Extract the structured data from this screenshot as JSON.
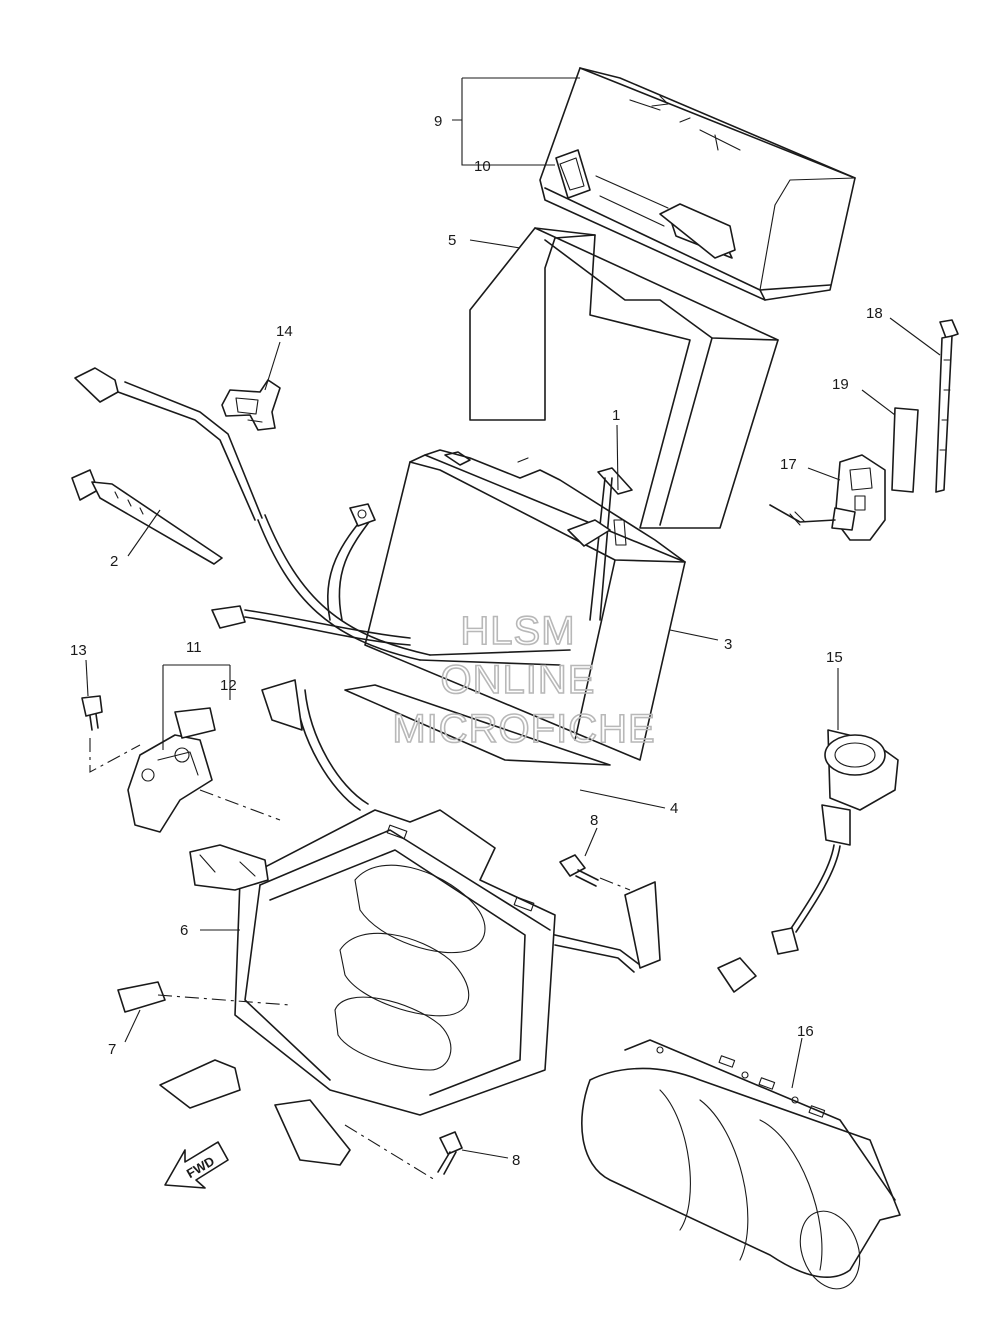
{
  "callouts": {
    "p1": "1",
    "p2": "2",
    "p3": "3",
    "p4": "4",
    "p5": "5",
    "p6": "6",
    "p7": "7",
    "p8a": "8",
    "p8b": "8",
    "p9": "9",
    "p10": "10",
    "p11": "11",
    "p12": "12",
    "p13": "13",
    "p14": "14",
    "p15": "15",
    "p16": "16",
    "p17": "17",
    "p18": "18",
    "p19": "19"
  },
  "watermark": {
    "line1": "HLSM",
    "line2": "ONLINE",
    "line3": "MICROFICHE"
  },
  "direction_arrow": {
    "label": "FWD",
    "icon": "fwd-arrow-icon"
  }
}
